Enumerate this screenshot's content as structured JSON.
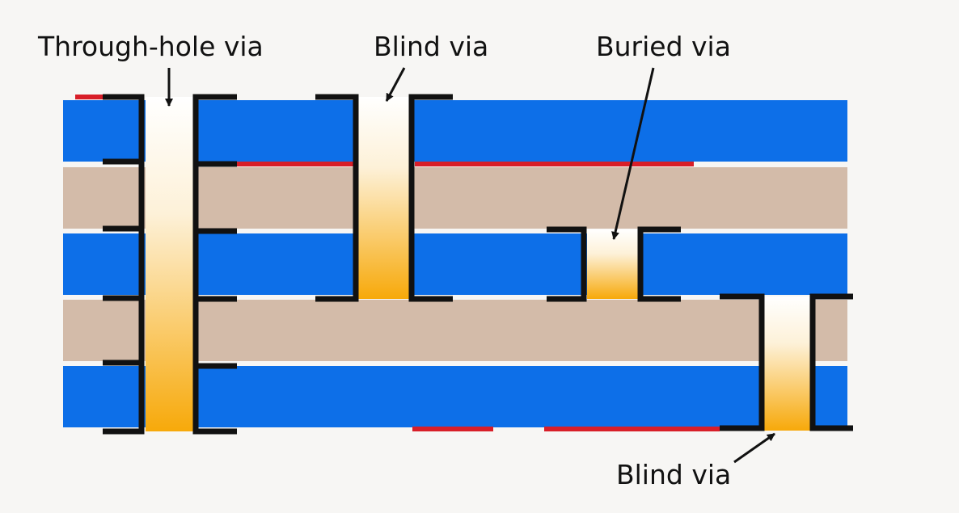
{
  "labels": {
    "through_hole": "Through-hole via",
    "blind_top": "Blind via",
    "buried": "Buried via",
    "blind_bottom": "Blind via"
  },
  "colors": {
    "copper_layer": "#0d6fe8",
    "dielectric_layer": "#d3bba9",
    "trace": "#d81e28",
    "via_barrel": "#111111",
    "via_fill_top": "#ffffff",
    "via_fill_bottom": "#f7a90a",
    "arrow": "#111111",
    "background": "#f7f6f4"
  },
  "stackup": [
    "copper",
    "dielectric",
    "copper",
    "dielectric",
    "copper"
  ]
}
